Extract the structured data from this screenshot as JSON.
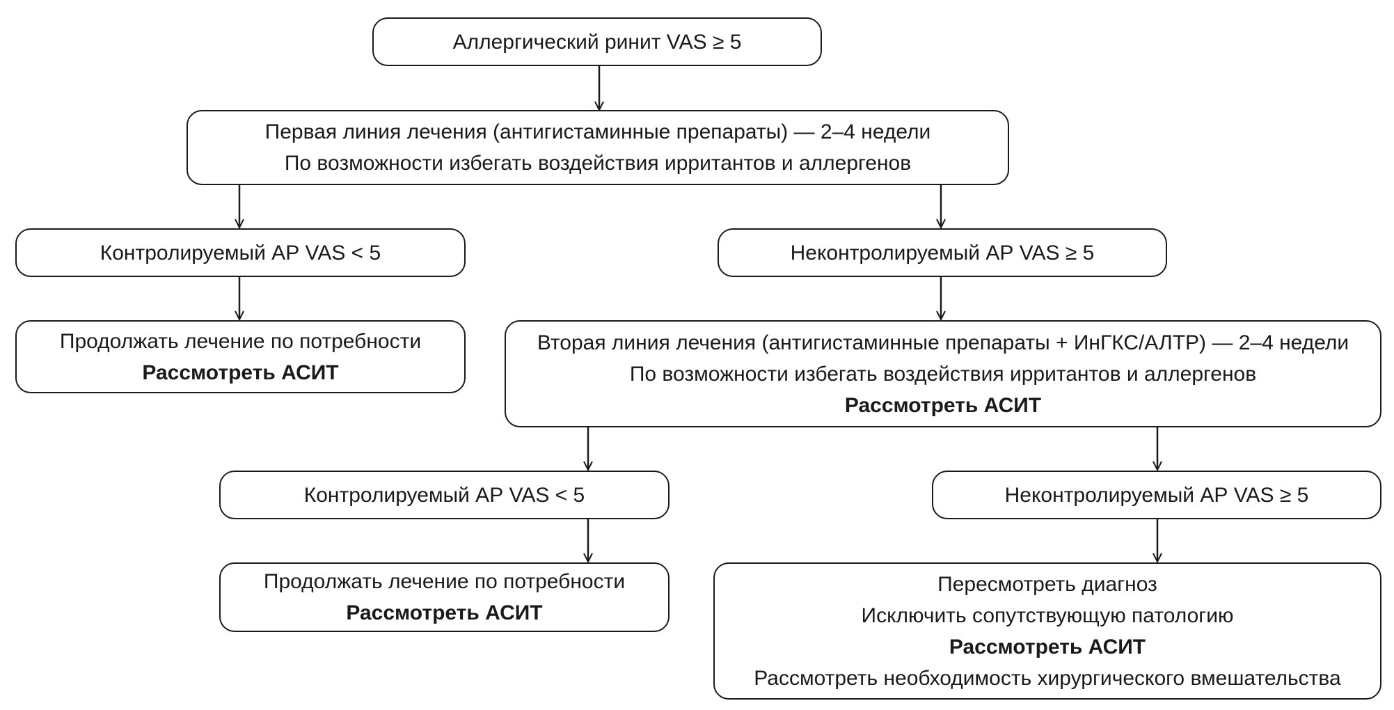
{
  "nodes": {
    "start": {
      "lines": [
        "Аллергический ринит  VAS ≥ 5"
      ]
    },
    "first_line": {
      "lines": [
        "Первая линия лечения (антигистаминные препараты) — 2–4 недели",
        "По возможности избегать воздействия ирритантов и аллергенов"
      ]
    },
    "controlled_1": {
      "lines": [
        "Контролируемый АР  VAS < 5"
      ]
    },
    "uncontrolled_1": {
      "lines": [
        "Неконтролируемый АР  VAS ≥ 5"
      ]
    },
    "continue_1": {
      "lines": [
        "Продолжать лечение по потребности"
      ],
      "bold": "Рассмотреть АСИТ"
    },
    "second_line": {
      "lines": [
        "Вторая линия лечения (антигистаминные препараты + ИнГКС/АЛТР) — 2–4 недели",
        "По возможности избегать воздействия ирритантов и аллергенов"
      ],
      "bold": "Рассмотреть АСИТ"
    },
    "controlled_2": {
      "lines": [
        "Контролируемый АР  VAS < 5"
      ]
    },
    "uncontrolled_2": {
      "lines": [
        "Неконтролируемый АР  VAS ≥ 5"
      ]
    },
    "continue_2": {
      "lines": [
        "Продолжать лечение по потребности"
      ],
      "bold": "Рассмотреть АСИТ"
    },
    "reconsider": {
      "line1": "Пересмотреть диагноз",
      "line2": "Исключить сопутствующую патологию",
      "bold": "Рассмотреть АСИТ",
      "line4": "Рассмотреть необходимость хирургического вмешательства"
    }
  },
  "edges": [
    {
      "from": "start",
      "to": "first_line"
    },
    {
      "from": "first_line",
      "to": "controlled_1"
    },
    {
      "from": "first_line",
      "to": "uncontrolled_1"
    },
    {
      "from": "controlled_1",
      "to": "continue_1"
    },
    {
      "from": "uncontrolled_1",
      "to": "second_line"
    },
    {
      "from": "second_line",
      "to": "controlled_2"
    },
    {
      "from": "second_line",
      "to": "uncontrolled_2"
    },
    {
      "from": "controlled_2",
      "to": "continue_2"
    },
    {
      "from": "uncontrolled_2",
      "to": "reconsider"
    }
  ]
}
